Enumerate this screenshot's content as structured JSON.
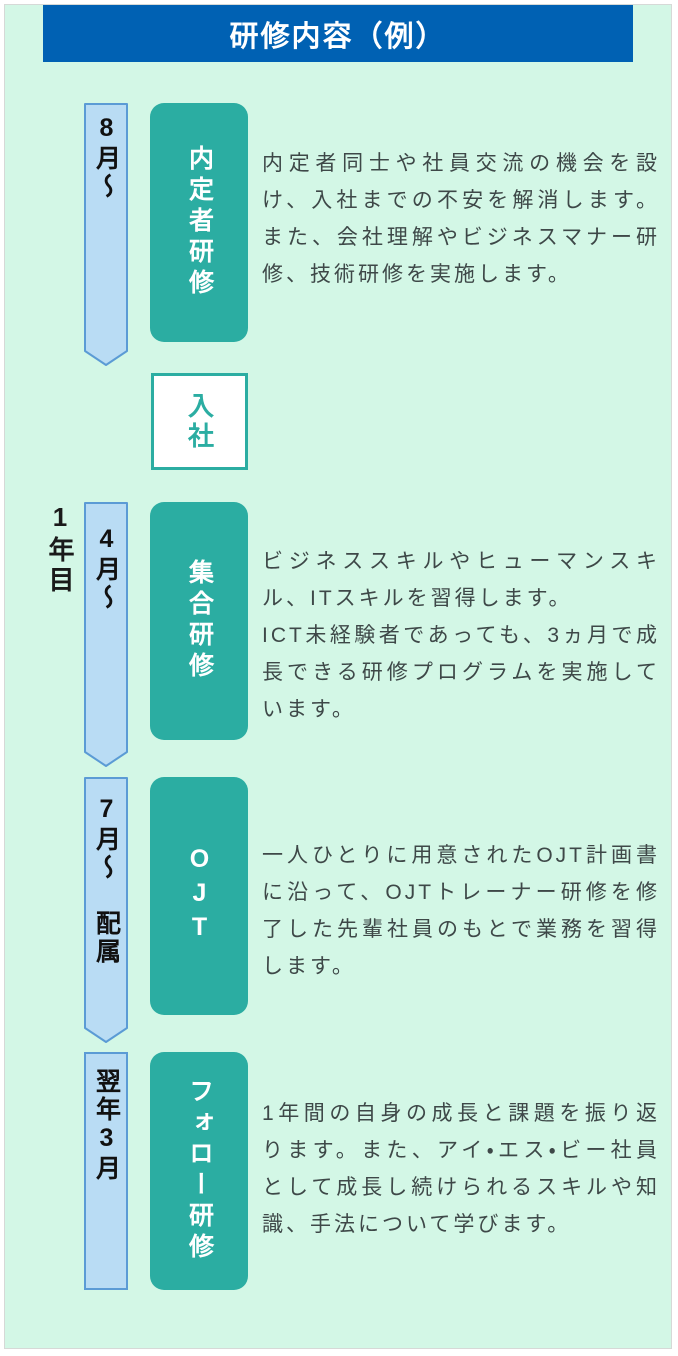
{
  "header": {
    "title": "研修内容（例）"
  },
  "timeline": {
    "year_label": "1年目"
  },
  "entrance": {
    "label": "入社"
  },
  "steps": [
    {
      "period": "8月～",
      "title": "内定者研修",
      "marker": "arrow",
      "description": "内定者同士や社員交流の機会を設け、入社までの不安を解消します。また、会社理解やビジネスマナー研修、技術研修を実施します。"
    },
    {
      "period": "4月～",
      "title": "集合研修",
      "marker": "arrow",
      "description": "ビジネススキルやヒューマンスキル、ITスキルを習得します。\nICT未経験者であっても、3ヵ月で成長できる研修プログラムを実施しています。"
    },
    {
      "period": "7月～　配属",
      "title": "OJT",
      "marker": "arrow",
      "description": "一人ひとりに用意されたOJT計画書に沿って、OJTトレーナー研修を修了した先輩社員のもとで業務を習得します。"
    },
    {
      "period": "翌年3月",
      "title": "フォロー研修",
      "marker": "rect",
      "description": "1年間の自身の成長と課題を振り返ります。また、アイ・エス・ビー社員として成長し続けられるスキルや知識、手法について学びます。"
    }
  ],
  "colors": {
    "header_bg": "#0061b3",
    "panel_bg": "#d3f7e6",
    "step_box": "#2bada2",
    "arrow_fill": "#b9dcf4",
    "arrow_border": "#5b9bd5",
    "body_text": "#3e4848"
  }
}
